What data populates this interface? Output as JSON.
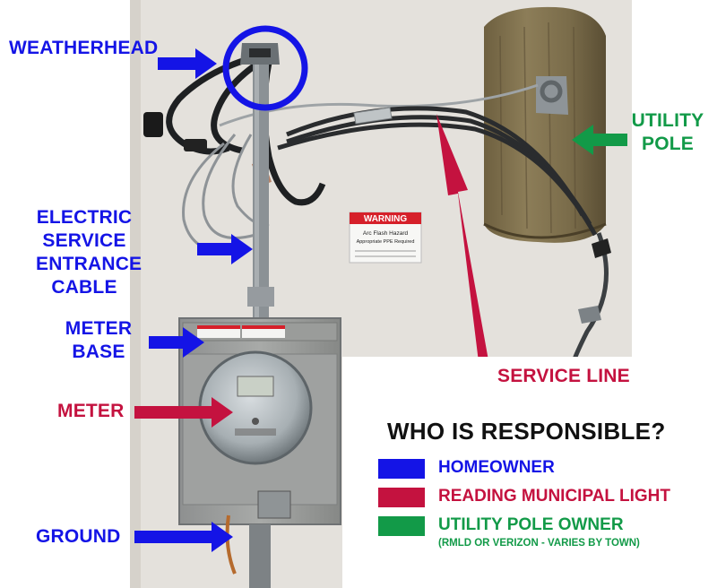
{
  "labels": {
    "weatherhead": "WEATHERHEAD",
    "service_entrance_cable": [
      "ELECTRIC",
      "SERVICE",
      "ENTRANCE",
      "CABLE"
    ],
    "meter_base": [
      "METER",
      "BASE"
    ],
    "meter": "METER",
    "ground": "GROUND",
    "utility_pole": [
      "UTILITY",
      "POLE"
    ],
    "service_line": "SERVICE LINE"
  },
  "warning_sign": {
    "heading": "WARNING",
    "line1": "Arc Flash Hazard",
    "line2": "Appropriate PPE Required"
  },
  "legend": {
    "title": "WHO IS RESPONSIBLE?",
    "items": [
      {
        "label": "HOMEOWNER",
        "color": "#1414e6"
      },
      {
        "label": "READING MUNICIPAL LIGHT",
        "color": "#c4123f"
      },
      {
        "label": "UTILITY POLE OWNER",
        "color": "#129a48"
      }
    ],
    "note": "(RMLD OR VERIZON - VARIES BY TOWN)"
  },
  "colors": {
    "homeowner": "#1414e6",
    "utility": "#c4123f",
    "pole_owner": "#129a48"
  }
}
